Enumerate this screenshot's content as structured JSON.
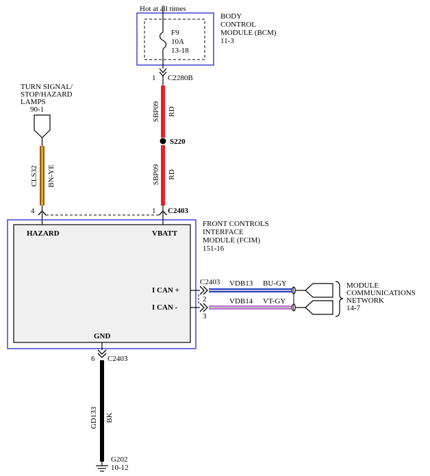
{
  "bcm": {
    "supply_label": "Hot at all times",
    "name_lines": [
      "BODY",
      "CONTROL",
      "MODULE (BCM)",
      "11-3"
    ],
    "fuse": {
      "id": "F9",
      "rating": "10A",
      "ref": "13-18"
    },
    "connector": {
      "pin": "1",
      "id": "C2280B"
    }
  },
  "feed_wire": {
    "upper": {
      "circuit": "SBP09",
      "color": "RD"
    },
    "splice": "S220",
    "lower": {
      "circuit": "SBP09",
      "color": "RD"
    }
  },
  "turn_signal": {
    "lines": [
      "TURN SIGNAL/",
      "STOP/HAZARD",
      "LAMPS",
      "90-1"
    ],
    "circuit": "CLS32",
    "color": "BN-YE"
  },
  "fcim": {
    "name_lines": [
      "FRONT CONTROLS",
      "INTERFACE",
      "MODULE (FCIM)",
      "151-16"
    ],
    "hazard_pin": "4",
    "vbatt_pin": "1",
    "top_connector": "C2403",
    "hazard_label": "HAZARD",
    "vbatt_label": "VBATT",
    "can_plus_label": "I CAN +",
    "can_minus_label": "I CAN -",
    "can_connector": "C2403",
    "can_plus_pin": "2",
    "can_minus_pin": "3",
    "gnd_label": "GND",
    "gnd_pin": "6",
    "gnd_connector": "C2403"
  },
  "can_wires": {
    "plus": {
      "circuit": "VDB13",
      "color": "BU-GY"
    },
    "minus": {
      "circuit": "VDB14",
      "color": "VT-GY"
    }
  },
  "network": {
    "lines": [
      "MODULE",
      "COMMUNICATIONS",
      "NETWORK",
      "14-7"
    ]
  },
  "ground_wire": {
    "circuit": "GD133",
    "color": "BK",
    "ground_id": "G202",
    "ground_ref": "10-12"
  },
  "colors": {
    "module_border": "#2222cc",
    "red_wire": "#e8202a",
    "brown_wire": "#9a5a1e",
    "yellow_stripe": "#f0d020",
    "blue_wire": "#2a3fd0",
    "violet_wire": "#c070d0",
    "gray_stripe": "#bfbfbf",
    "black_wire": "#000000",
    "module_fill": "#f0f0f0"
  }
}
